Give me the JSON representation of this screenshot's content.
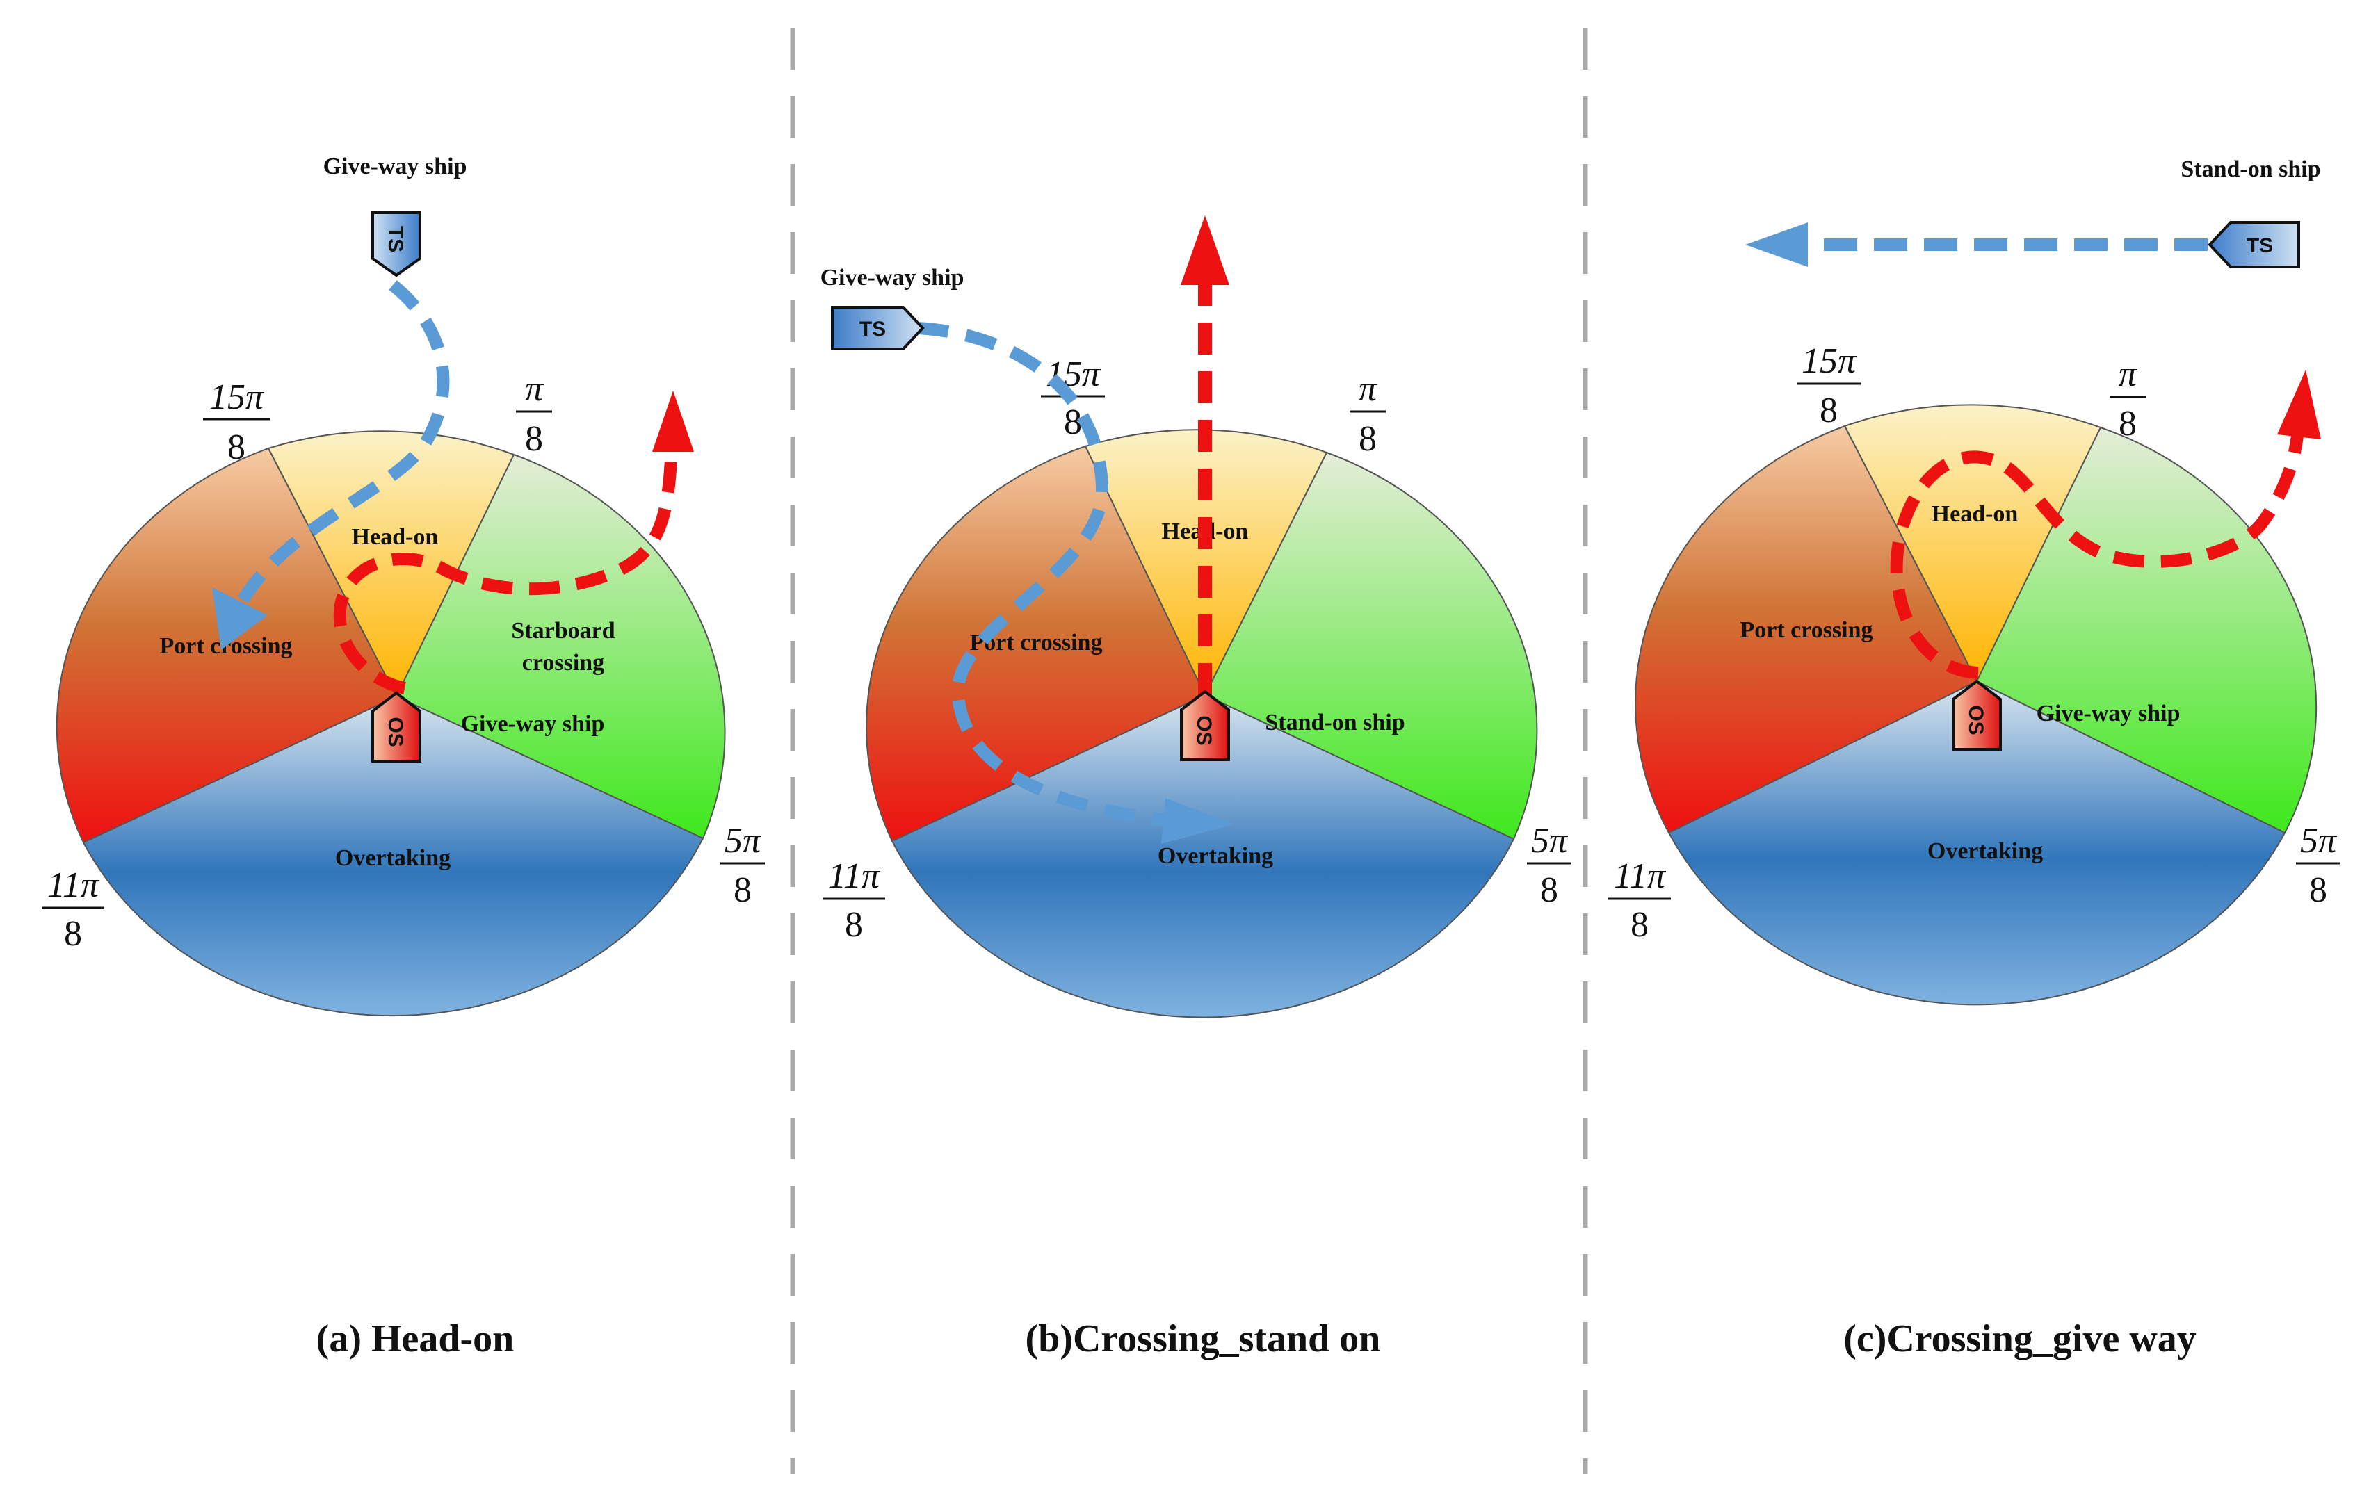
{
  "panels": [
    {
      "id": "a",
      "caption": "(a) Head-on",
      "sectors": {
        "head_on": "Head-on",
        "port_crossing": "Port crossing",
        "starboard_crossing_1": "Starboard",
        "starboard_crossing_2": "crossing",
        "overtaking": "Overtaking"
      },
      "own_ship": {
        "label": "OS",
        "role": "Give-way ship"
      },
      "target_ship": {
        "label": "TS",
        "role": "Give-way ship"
      }
    },
    {
      "id": "b",
      "caption": "(b)Crossing_stand on",
      "sectors": {
        "head_on": "Head-on",
        "port_crossing": "Port crossing",
        "overtaking": "Overtaking"
      },
      "own_ship": {
        "label": "OS",
        "role": "Stand-on ship"
      },
      "target_ship": {
        "label": "TS",
        "role": "Give-way ship"
      }
    },
    {
      "id": "c",
      "caption": "(c)Crossing_give way",
      "sectors": {
        "head_on": "Head-on",
        "port_crossing": "Port crossing",
        "overtaking": "Overtaking"
      },
      "own_ship": {
        "label": "OS",
        "role": "Give-way ship"
      },
      "target_ship": {
        "label": "TS",
        "role": "Stand-on ship"
      }
    }
  ],
  "angles": {
    "a15": {
      "num": "15π",
      "den": "8"
    },
    "a1": {
      "num": "π",
      "den": "8"
    },
    "a5": {
      "num": "5π",
      "den": "8"
    },
    "a11": {
      "num": "11π",
      "den": "8"
    }
  },
  "colors": {
    "own_ship_path": "#ee1111",
    "target_ship_path": "#5b9bd5",
    "separator": "#aaaaaa"
  }
}
